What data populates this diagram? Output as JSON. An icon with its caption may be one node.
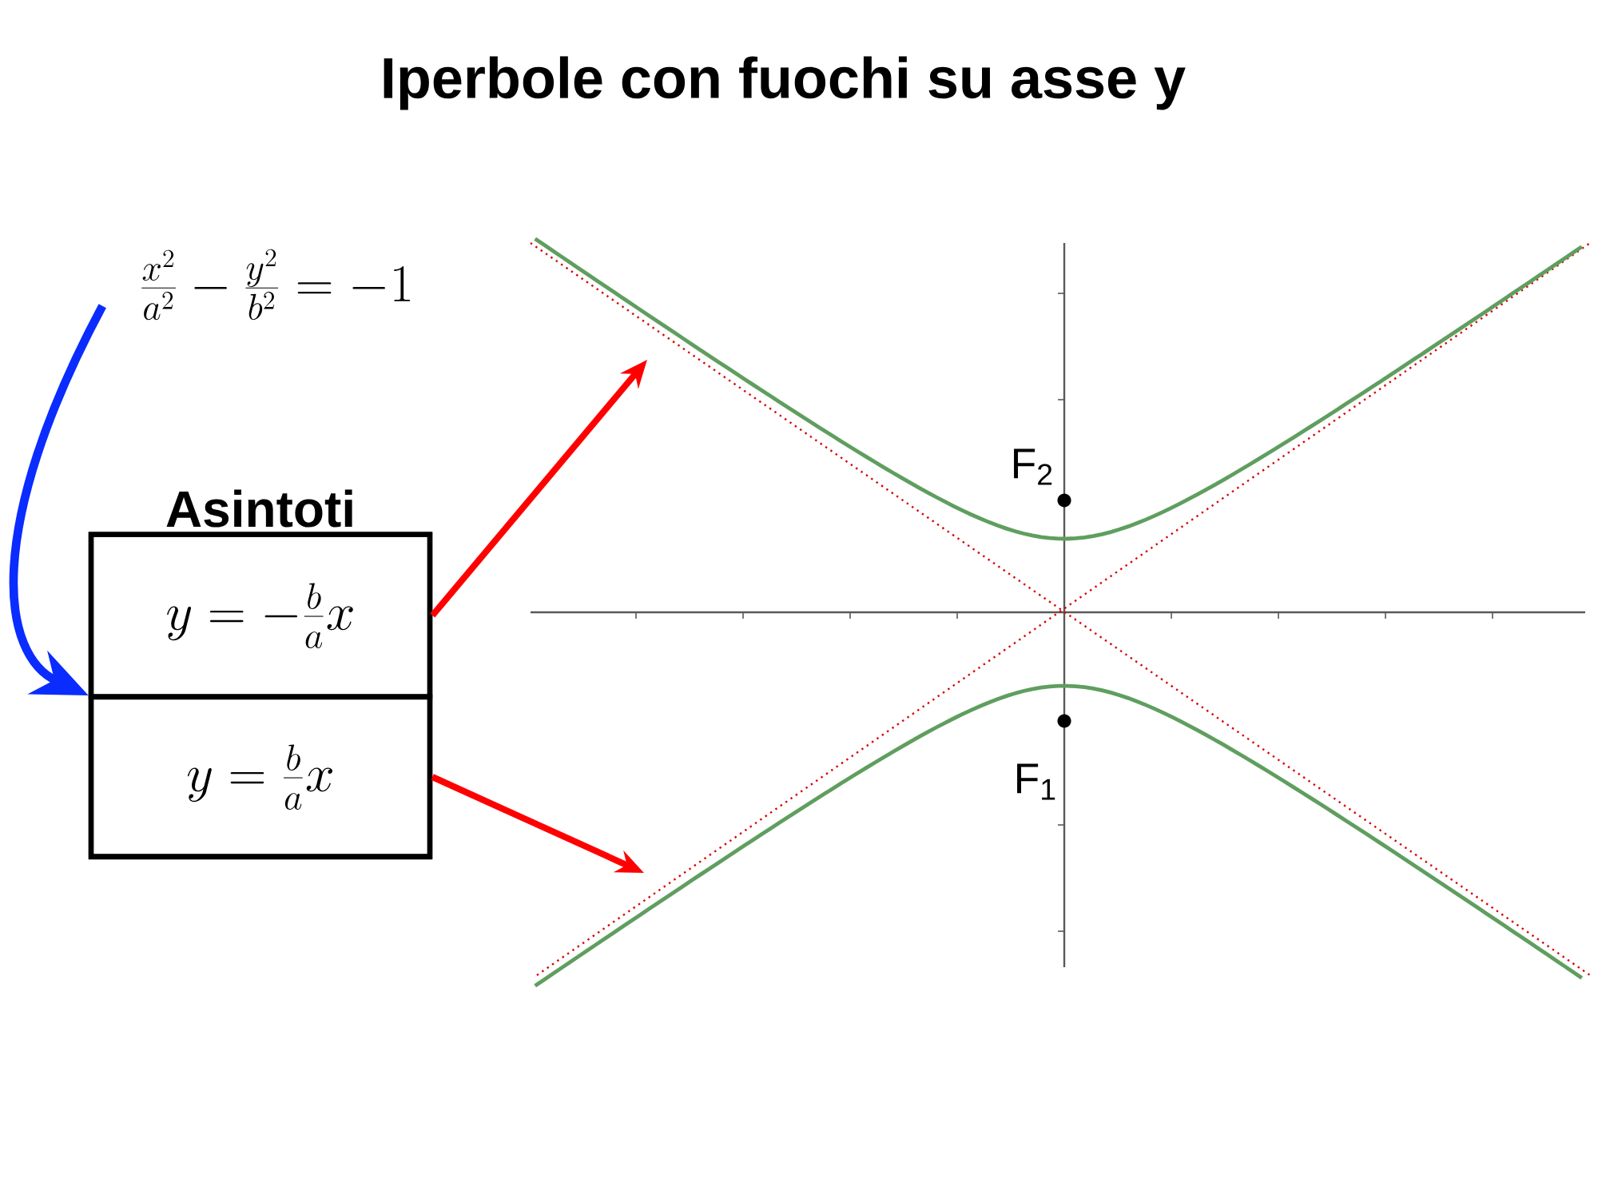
{
  "diagram": {
    "title": "Iperbole con fuochi su asse y",
    "nodes": [
      {
        "text": [
          "\\frac{x^2}{a^2} - \\frac{y^2}{b^2} = -1"
        ]
      },
      {
        "text": [
          "Asintoti"
        ]
      },
      {
        "text": [
          "y = -\\frac{b}{a}x"
        ],
        "in": 1
      },
      {
        "text": [
          "y = \\frac{b}{a}x"
        ],
        "in": 1
      }
    ],
    "edges": [
      {
        "from": 0,
        "to": 1,
        "arrow": "to",
        "color": "#0a2cff"
      },
      {
        "from": 2,
        "to": null,
        "arrow": "to"
      },
      {
        "from": 3,
        "to": null,
        "arrow": "to"
      }
    ],
    "labels": [
      "F$_{2}$",
      "F$_{1}$"
    ]
  }
}
